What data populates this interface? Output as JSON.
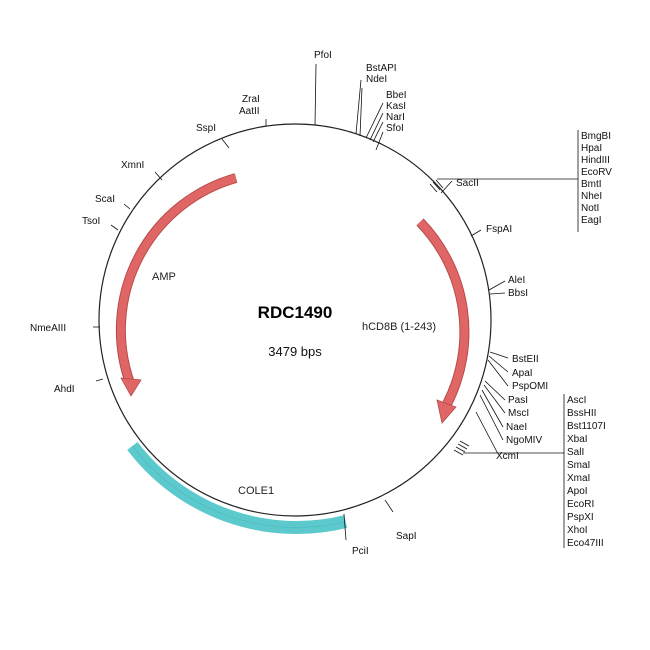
{
  "plasmid": {
    "name": "RDC1490",
    "size_label": "3479 bps"
  },
  "features": {
    "amp": {
      "label": "AMP",
      "color": "#e06666"
    },
    "hcd8b": {
      "label": "hCD8B (1-243)",
      "color": "#e06666"
    },
    "cole1": {
      "label": "COLE1",
      "color": "#6fd3d6"
    }
  },
  "sites": {
    "pfoi": "PfoI",
    "zrai": "ZraI",
    "aatii": "AatII",
    "sspi": "SspI",
    "xmni": "XmnI",
    "scai": "ScaI",
    "tsoi": "TsoI",
    "nmeaiii": "NmeAIII",
    "ahdi": "AhdI",
    "saci": "SacII",
    "fspai": "FspAI",
    "alei": "AleI",
    "bbsi": "BbsI",
    "bsteii": "BstEII",
    "apai": "ApaI",
    "pspomi": "PspOMI",
    "pasi": "PasI",
    "msci": "MscI",
    "naei": "NaeI",
    "ngomiv": "NgoMIV",
    "xcmi": "XcmI",
    "sapi": "SapI",
    "pcii": "PciI"
  },
  "site_stack_top": [
    "BstAPI",
    "NdeI",
    "BbeI",
    "KasI",
    "NarI",
    "SfoI"
  ],
  "site_group_upper": [
    "BmgBI",
    "HpaI",
    "HindIII",
    "EcoRV",
    "BmtI",
    "NheI",
    "NotI",
    "EagI"
  ],
  "site_group_lower": [
    "AscI",
    "BssHII",
    "Bst1107I",
    "XbaI",
    "SalI",
    "SmaI",
    "XmaI",
    "ApoI",
    "EcoRI",
    "PspXI",
    "XhoI",
    "Eco47III"
  ]
}
